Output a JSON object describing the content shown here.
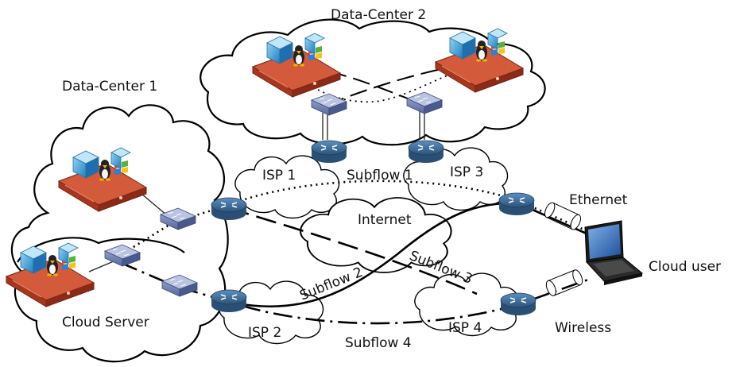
{
  "labels": {
    "dc1": "Data-Center 1",
    "dc2": "Data-Center 2",
    "cloud_server": "Cloud Server",
    "internet": "Internet",
    "isp1": "ISP 1",
    "isp2": "ISP 2",
    "isp3": "ISP 3",
    "isp4": "ISP 4",
    "subflow1": "Subflow 1",
    "subflow2": "Subflow 2",
    "subflow3": "Subflow 3",
    "subflow4": "Subflow 4",
    "ethernet": "Ethernet",
    "wireless": "Wireless",
    "cloud_user": "Cloud user"
  },
  "colors": {
    "server_chassis": "#c8472a",
    "router_body": "#3c6b96",
    "switch_body": "#6d7fb0",
    "cube_blue": "#3aa0d8",
    "penguin": "#222222"
  },
  "icons": {
    "server": "server-icon",
    "switch": "switch-icon",
    "router": "router-icon",
    "laptop": "laptop-icon",
    "cable": "cable-icon"
  }
}
